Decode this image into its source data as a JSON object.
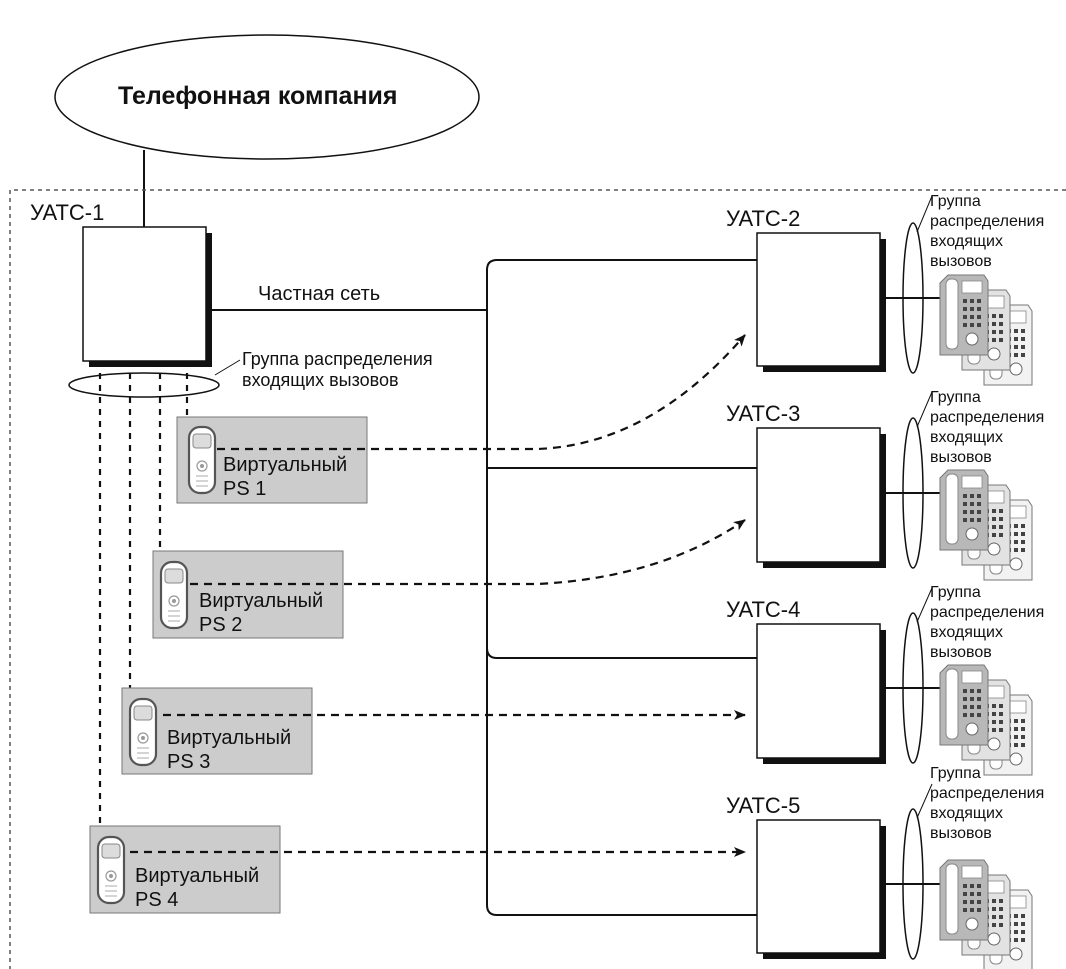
{
  "telephone_company": "Телефонная компания",
  "private_network": "Частная сеть",
  "main_pbx": {
    "label": "УАТС-1",
    "group_label": "Группа распределения\nвходящих вызовов"
  },
  "remote_pbx": [
    {
      "label": "УАТС-2",
      "group_label": "Группа\nраспределения\nвходящих\nвызовов"
    },
    {
      "label": "УАТС-3",
      "group_label": "Группа\nраспределения\nвходящих\nвызовов"
    },
    {
      "label": "УАТС-4",
      "group_label": "Группа\nраспределения\nвходящих\nвызовов"
    },
    {
      "label": "УАТС-5",
      "group_label": "Группа\nраспределения\nвходящих\nвызовов"
    }
  ],
  "virtual_ps": [
    {
      "line1": "Виртуальный",
      "line2": "PS 1"
    },
    {
      "line1": "Виртуальный",
      "line2": "PS 2"
    },
    {
      "line1": "Виртуальный",
      "line2": "PS 3"
    },
    {
      "line1": "Виртуальный",
      "line2": "PS 4"
    }
  ],
  "colors": {
    "ps_box_fill": "#cccccc",
    "line": "#111111",
    "phone_dark": "#b5b5b5",
    "phone_light": "#e2e2e2"
  }
}
